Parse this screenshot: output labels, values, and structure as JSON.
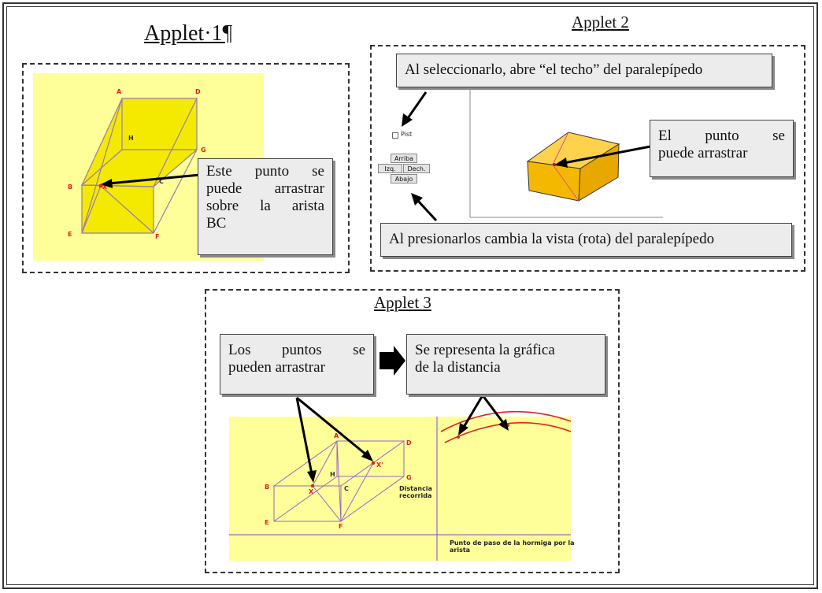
{
  "applet1": {
    "title": "Applet·1¶",
    "callout": [
      "Este punto se",
      "puede arrastrar",
      "sobre la arista",
      "BC"
    ],
    "points": {
      "A": "A",
      "D": "D",
      "H": "H",
      "G": "G",
      "B": "B",
      "X": "X",
      "C": "C",
      "E": "E",
      "F": "F"
    }
  },
  "applet2": {
    "title": "Applet 2",
    "callout_top": "Al seleccionarlo, abre “el techo” del paralepípedo",
    "callout_right": [
      "El punto se",
      "puede arrastrar"
    ],
    "callout_bottom": "Al presionarlos cambia la vista (rota) del paralepípedo",
    "checkbox_label": "Pist",
    "buttons": {
      "up": "Arriba",
      "left": "Izq.",
      "right": "Dech.",
      "down": "Abajo"
    }
  },
  "applet3": {
    "title": "Applet 3",
    "callout_left": [
      "Los puntos se",
      "pueden arrastrar"
    ],
    "callout_right": [
      "Se representa la gráfica",
      "de la distancia"
    ],
    "distance_label": [
      "Distancia",
      "recorrida"
    ],
    "axis_label": [
      "Punto de paso de la hormiga por la",
      "arista"
    ],
    "points": {
      "A": "A",
      "D": "D",
      "H": "H",
      "G": "G",
      "B": "B",
      "X": "X",
      "C": "C",
      "X2": "X'",
      "E": "E",
      "F": "F"
    }
  },
  "colors": {
    "yellow_bg": "#ffff99",
    "box_fill": "#f5b800",
    "red": "#e22222",
    "purple": "#9966cc",
    "callout_bg": "#ececec"
  }
}
